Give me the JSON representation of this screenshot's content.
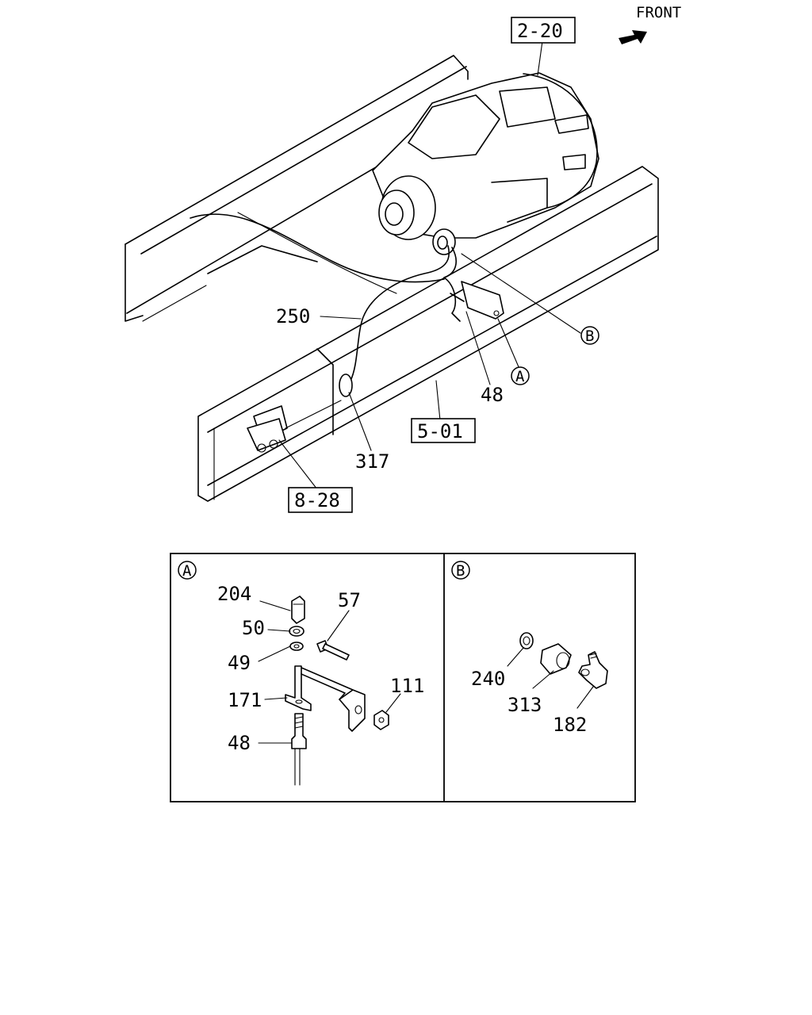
{
  "front_label": "FRONT",
  "refs": {
    "transmission": "2-20",
    "frame": "5-01",
    "valve": "8-28"
  },
  "callouts": {
    "hose_250": "250",
    "clip_317": "317",
    "fitting_48": "48",
    "detail_a": "A",
    "detail_b": "B"
  },
  "detail_a": {
    "marker": "A",
    "parts": {
      "p204": "204",
      "p50": "50",
      "p49": "49",
      "p171": "171",
      "p48": "48",
      "p57": "57",
      "p111": "111"
    }
  },
  "detail_b": {
    "marker": "B",
    "parts": {
      "p240": "240",
      "p313": "313",
      "p182": "182"
    }
  }
}
